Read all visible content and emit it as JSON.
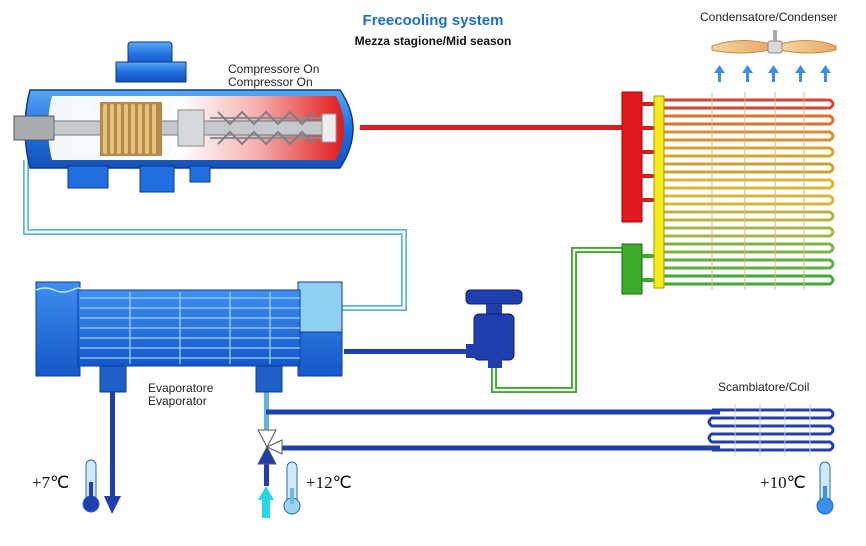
{
  "header": {
    "title": "Freecooling system",
    "subtitle": "Mezza stagione/Mid season"
  },
  "labels": {
    "compressor_it": "Compressore On",
    "compressor_en": "Compressor On",
    "condenser": "Condensatore/Condenser",
    "evaporator_it": "Evaporatore",
    "evaporator_en": "Evaporator",
    "coil": "Scambiatore/Coil"
  },
  "temperatures": {
    "outlet": "+7℃",
    "inlet": "+12℃",
    "coil": "+10℃"
  },
  "colors": {
    "hot": "#e0191e",
    "liquid": "#3daa2c",
    "cold": "#1f3fae",
    "suction": "#5fb6d9",
    "yellow": "#f4ea1c",
    "shell": "#2f7ae0"
  }
}
